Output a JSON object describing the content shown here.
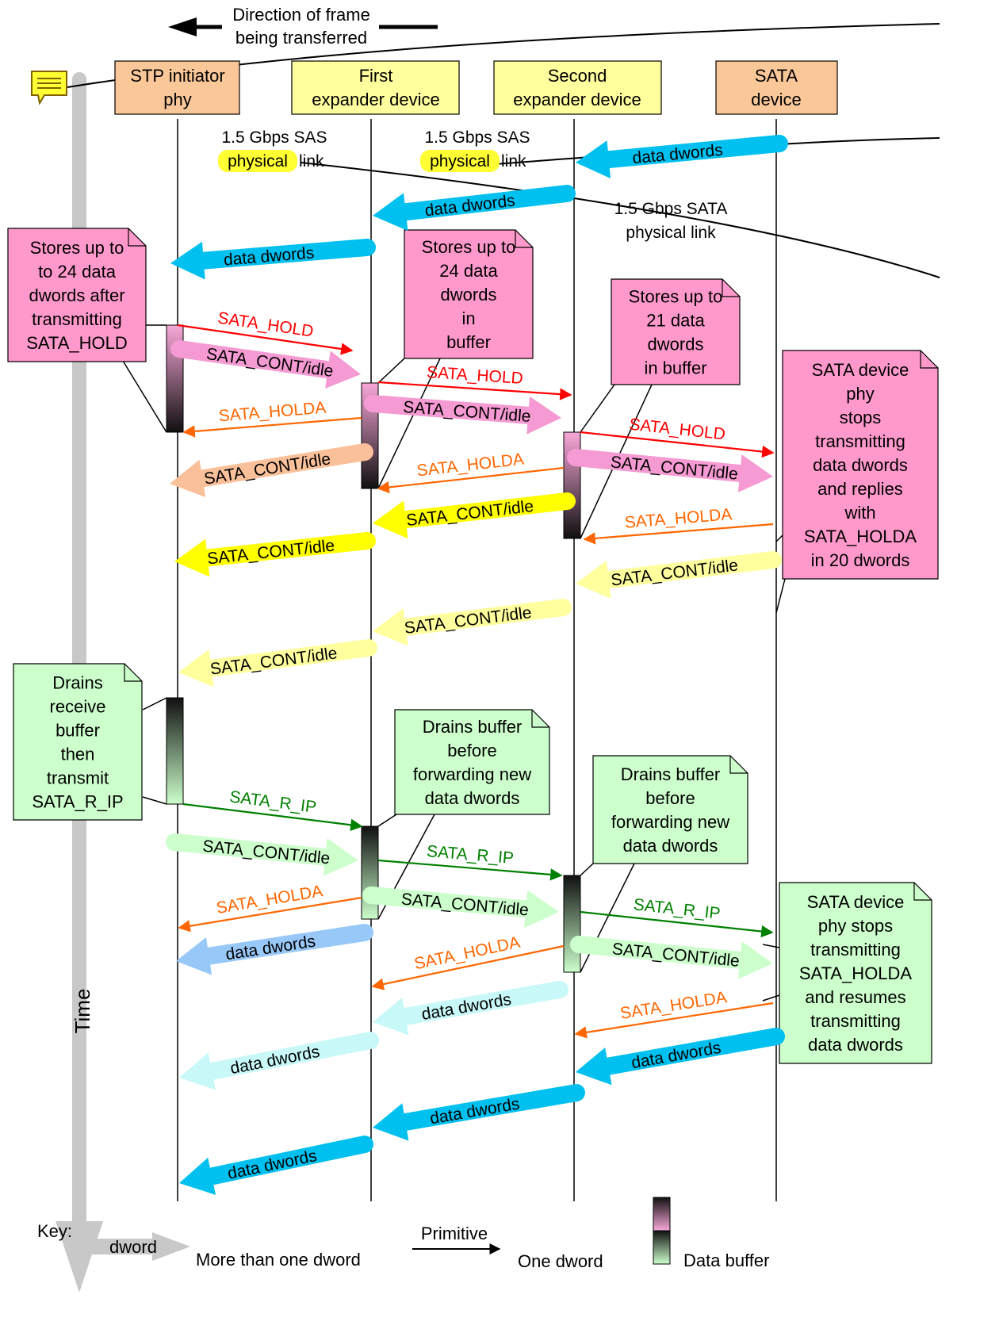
{
  "header": {
    "direction_line1": "Direction of frame",
    "direction_line2": "being transferred"
  },
  "lanes": [
    {
      "line1": "STP initiator",
      "line2": "phy",
      "fill": "#fac898"
    },
    {
      "line1": "First",
      "line2": "expander device",
      "fill": "#ffff9e"
    },
    {
      "line1": "Second",
      "line2": "expander device",
      "fill": "#ffff9e"
    },
    {
      "line1": "SATA",
      "line2": "device",
      "fill": "#fac898"
    }
  ],
  "links": [
    {
      "line1": "1.5 Gbps SAS",
      "word": "physical",
      "rest": "link"
    },
    {
      "line1": "1.5 Gbps SAS",
      "word": "physical",
      "rest": "link"
    },
    {
      "line1": "1.5 Gbps SATA",
      "line2": "physical link"
    }
  ],
  "notes": [
    {
      "lines": [
        "Stores up to",
        "to 24 data",
        "dwords after",
        "transmitting",
        "SATA_HOLD"
      ],
      "fill": "#ff99cc"
    },
    {
      "lines": [
        "Stores up to",
        "24 data",
        "dwords",
        "in",
        "buffer"
      ],
      "fill": "#ff99cc"
    },
    {
      "lines": [
        "Stores up to",
        "21 data",
        "dwords",
        "in buffer"
      ],
      "fill": "#ff99cc"
    },
    {
      "lines": [
        "SATA device",
        "phy",
        "stops",
        "transmitting",
        "data dwords",
        "and replies",
        "with",
        "SATA_HOLDA",
        "in 20 dwords"
      ],
      "fill": "#ff99cc"
    },
    {
      "lines": [
        "Drains",
        "receive",
        "buffer",
        "then",
        "transmit",
        "SATA_R_IP"
      ],
      "fill": "#ccffcc"
    },
    {
      "lines": [
        "Drains buffer",
        "before",
        "forwarding new",
        "data dwords"
      ],
      "fill": "#ccffcc"
    },
    {
      "lines": [
        "Drains buffer",
        "before",
        "forwarding new",
        "data dwords"
      ],
      "fill": "#ccffcc"
    },
    {
      "lines": [
        "SATA device",
        "phy stops",
        "transmitting",
        "SATA_HOLDA",
        "and resumes",
        "transmitting",
        "data dwords"
      ],
      "fill": "#ccffcc"
    }
  ],
  "labels": {
    "data_dwords": "data dwords",
    "sata_hold": "SATA_HOLD",
    "sata_holda": "SATA_HOLDA",
    "sata_cont": "SATA_CONT/idle",
    "sata_r_ip": "SATA_R_IP",
    "time": "Time"
  },
  "colors": {
    "hold": "#ff0000",
    "holda": "#ff6600",
    "r_ip": "#008000",
    "data_blue": "#00c0f0",
    "data_light": "#c8f8f8",
    "data_mid": "#98c8f8",
    "cont_pink": "#f59ad2",
    "cont_orange": "#fac09a",
    "cont_yellow": "#ffff00",
    "cont_paleyellow": "#ffff9e",
    "cont_green": "#ccffcc",
    "time_gray": "#c8c8c8"
  },
  "key": {
    "title": "Key:",
    "dword": "dword",
    "more": "More than one dword",
    "primitive": "Primitive",
    "one": "One dword",
    "buffer": "Data buffer"
  }
}
